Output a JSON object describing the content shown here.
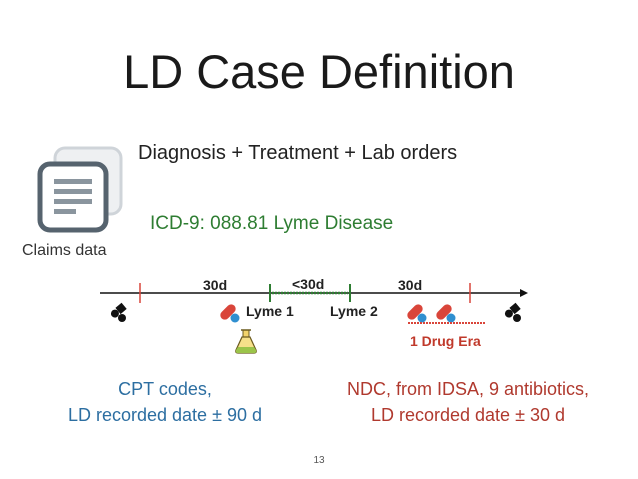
{
  "title": "LD Case Definition",
  "subtitle": {
    "diagnosis": "Diagnosis",
    "plus1": "+",
    "treatment": "Treatment",
    "plus2": "+",
    "lab_orders": "Lab orders"
  },
  "icd": "ICD-9: 088.81 Lyme Disease",
  "claims_label": "Claims data",
  "timeline": {
    "left_window": "30d",
    "middle_window": "<30d",
    "right_window": "30d",
    "lyme1": "Lyme 1",
    "lyme2": "Lyme 2",
    "drug_era": "1 Drug Era"
  },
  "cpt": {
    "line1": "CPT codes,",
    "line2": "LD recorded date ± 90 d"
  },
  "ndc": {
    "line1": "NDC, from IDSA, 9 antibiotics,",
    "line2": "LD recorded date ± 30 d"
  },
  "page_number": "13",
  "colors": {
    "green": "#2e7d32",
    "red": "#c0392b",
    "blue": "#2c6ea1",
    "pill_red": "#d9453a",
    "pill_blue": "#2f8fd0",
    "dark": "#111111"
  }
}
